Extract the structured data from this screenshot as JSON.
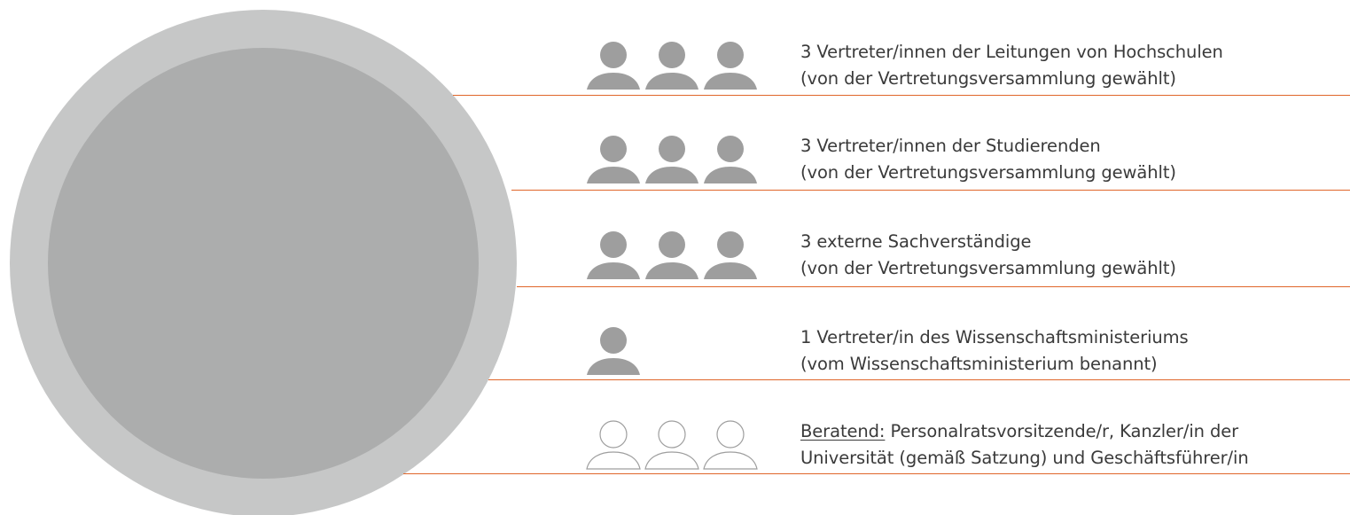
{
  "colors": {
    "outer_circle": "#c6c7c7",
    "inner_circle": "#acadad",
    "separator_line": "#e0662a",
    "person_filled": "#9e9e9e",
    "person_outline": "#9e9e9e",
    "text": "#3a3a3a"
  },
  "rows": [
    {
      "icon": "person-filled-icon",
      "icon_count": 3,
      "line1": "3 Vertreter/innen der Leitungen von Hochschulen",
      "line2": "(von der Vertretungsversammlung gewählt)"
    },
    {
      "icon": "person-filled-icon",
      "icon_count": 3,
      "line1": "3 Vertreter/innen der Studierenden",
      "line2": "(von der Vertretungsversammlung gewählt)"
    },
    {
      "icon": "person-filled-icon",
      "icon_count": 3,
      "line1": "3 externe Sachverständige",
      "line2": "(von der Vertretungsversammlung gewählt)"
    },
    {
      "icon": "person-filled-icon",
      "icon_count": 1,
      "line1": "1 Vertreter/in des Wissenschaftsministeriums",
      "line2": "(vom Wissenschaftsministerium benannt)"
    },
    {
      "icon": "person-outline-icon",
      "icon_count": 3,
      "line1_prefix": "Beratend:",
      "line1": " Personalratsvorsitzende/r, Kanzler/in der",
      "line2": "Universität (gemäß Satzung) und Geschäftsführer/in"
    }
  ]
}
